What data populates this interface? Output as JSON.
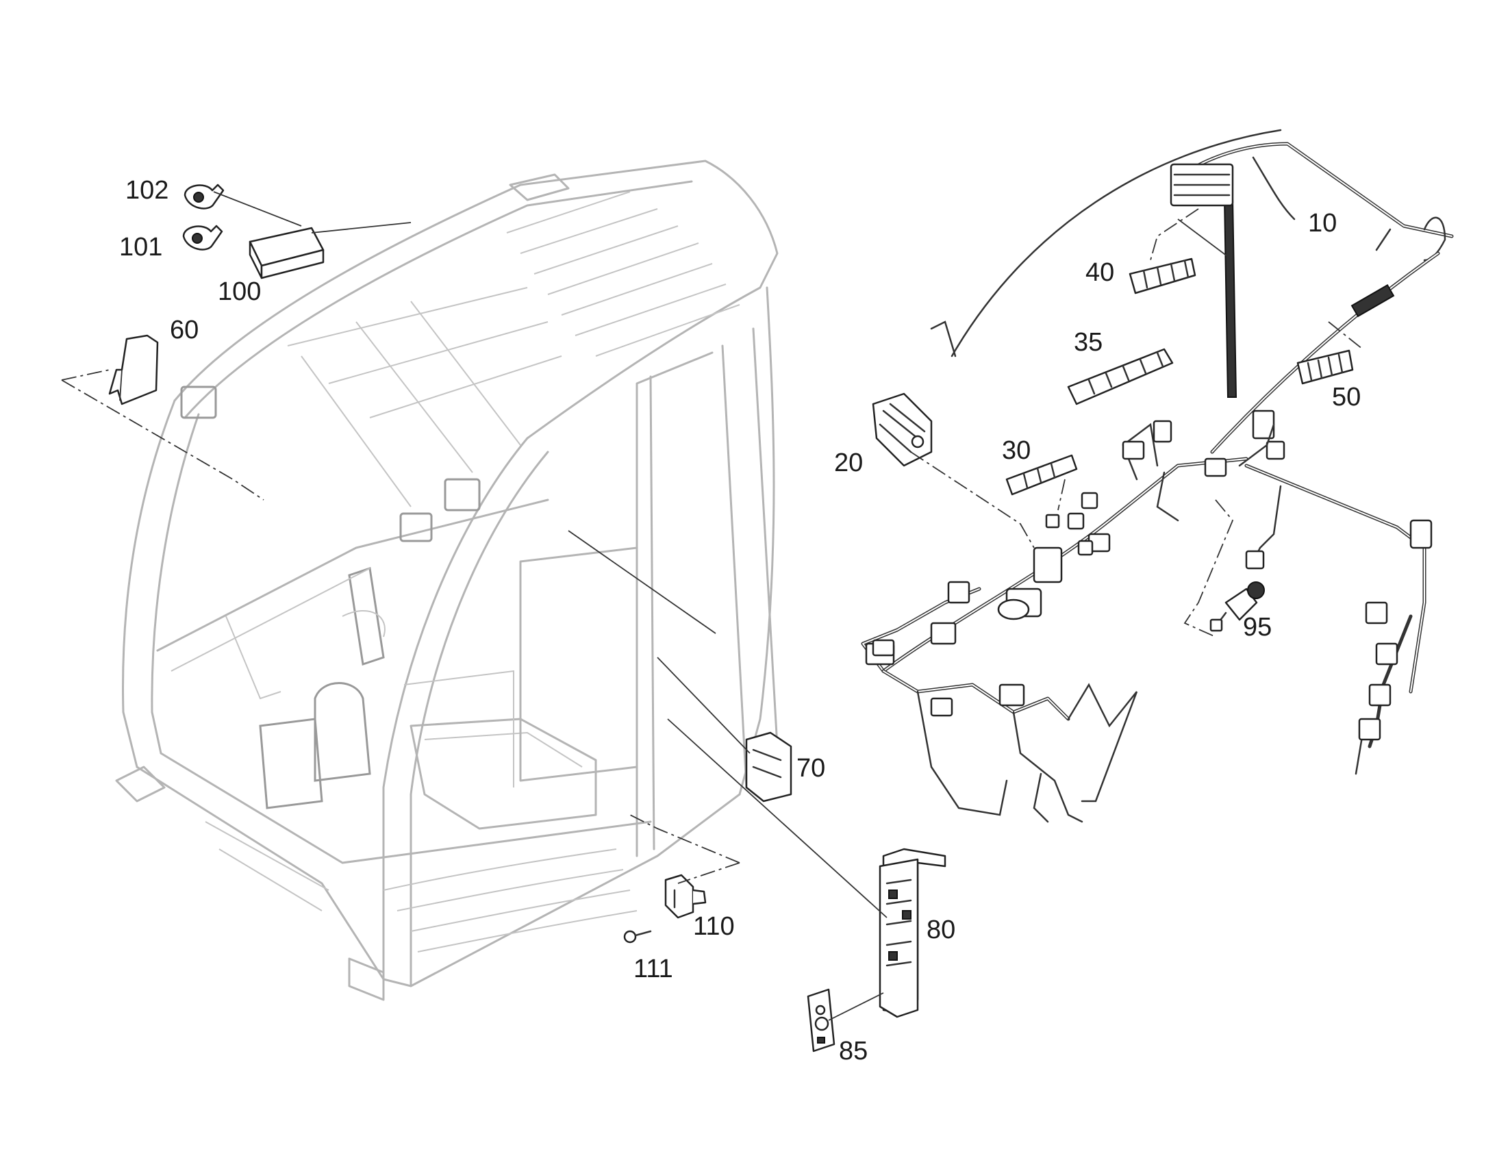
{
  "callouts": [
    {
      "id": "102",
      "label": "102"
    },
    {
      "id": "101",
      "label": "101"
    },
    {
      "id": "100",
      "label": "100"
    },
    {
      "id": "60",
      "label": "60"
    },
    {
      "id": "10",
      "label": "10"
    },
    {
      "id": "40",
      "label": "40"
    },
    {
      "id": "35",
      "label": "35"
    },
    {
      "id": "50",
      "label": "50"
    },
    {
      "id": "20",
      "label": "20"
    },
    {
      "id": "30",
      "label": "30"
    },
    {
      "id": "95",
      "label": "95"
    },
    {
      "id": "70",
      "label": "70"
    },
    {
      "id": "110",
      "label": "110"
    },
    {
      "id": "111",
      "label": "111"
    },
    {
      "id": "80",
      "label": "80"
    },
    {
      "id": "85",
      "label": "85"
    }
  ]
}
